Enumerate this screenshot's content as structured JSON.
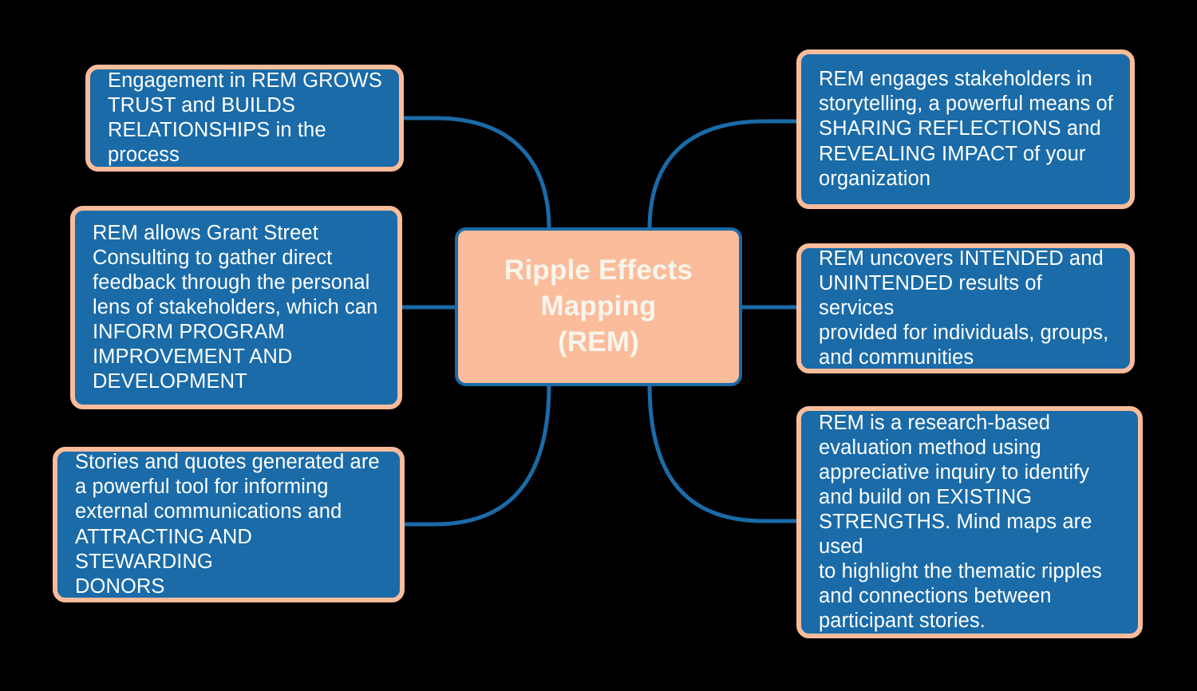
{
  "diagram": {
    "title": "Ripple Effects Mapping (REM)",
    "type": "mind-map",
    "background_color": "#000000",
    "colors": {
      "node_fill": "#1A6BA8",
      "node_border": "#FBBC9B",
      "center_fill": "#FBBC9B",
      "center_border": "#1A6BA8",
      "center_text": "#F7F5EC",
      "node_text": "#FFFFFF",
      "connector": "#1A6BA8"
    },
    "center": {
      "label": "Ripple Effects\nMapping\n(REM)"
    },
    "branches": [
      {
        "id": "left-top",
        "side": "left",
        "label": "Engagement in REM GROWS\nTRUST and BUILDS\nRELATIONSHIPS in the process"
      },
      {
        "id": "left-middle",
        "side": "left",
        "label": "REM allows Grant Street\nConsulting to gather direct\nfeedback through the personal\nlens of stakeholders, which can\nINFORM PROGRAM\nIMPROVEMENT AND\nDEVELOPMENT"
      },
      {
        "id": "left-bottom",
        "side": "left",
        "label": "Stories and quotes generated are\na powerful tool for informing\nexternal communications and\nATTRACTING AND STEWARDING\nDONORS"
      },
      {
        "id": "right-top",
        "side": "right",
        "label": "REM engages stakeholders in\nstorytelling, a powerful means of\nSHARING REFLECTIONS and\nREVEALING IMPACT of your\norganization"
      },
      {
        "id": "right-middle",
        "side": "right",
        "label": "REM uncovers INTENDED and\nUNINTENDED results of services\nprovided for individuals, groups,\nand communities"
      },
      {
        "id": "right-bottom",
        "side": "right",
        "label": "REM is a research-based\nevaluation method using\nappreciative inquiry to identify\nand build on EXISTING\nSTRENGTHS. Mind maps are used\nto highlight the thematic ripples\nand connections between\nparticipant stories."
      }
    ]
  }
}
